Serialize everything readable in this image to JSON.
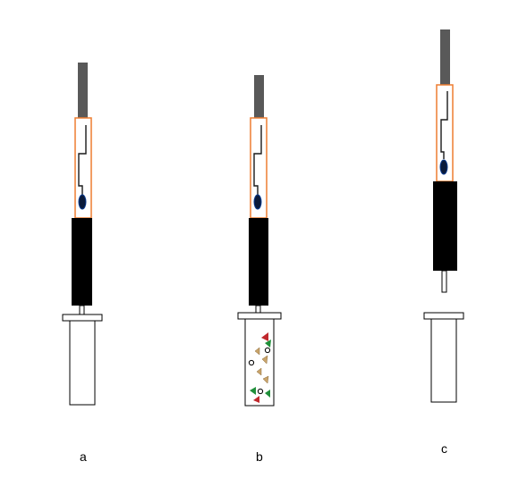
{
  "panels": [
    {
      "label": "a"
    },
    {
      "label": "b"
    },
    {
      "label": "c"
    }
  ],
  "colors": {
    "shaft": "#595959",
    "barrel_outline": "#ED7D31",
    "handle": "#000000",
    "electrode": "#0a1a3a",
    "tube_outline": "#000000",
    "particle_green": "#1f8f3a",
    "particle_red": "#c0282d",
    "particle_tan": "#c9a46a"
  }
}
